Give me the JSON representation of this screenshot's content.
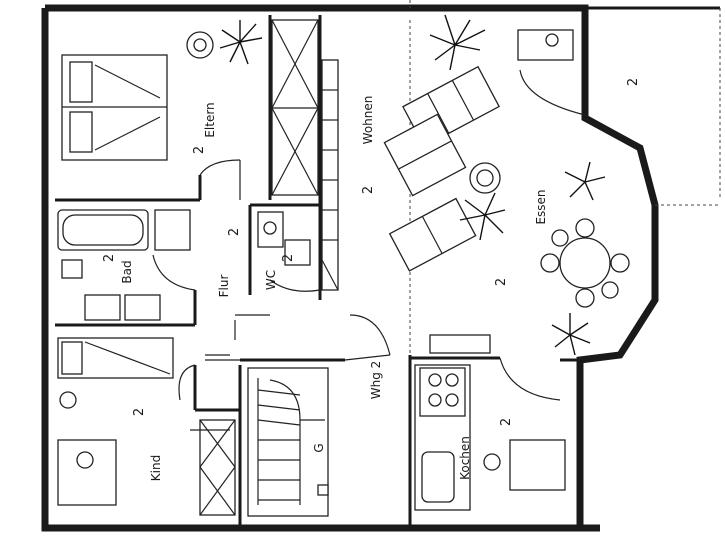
{
  "rooms": {
    "eltern": {
      "label": "Eltern",
      "number": "2"
    },
    "wohnen": {
      "label": "Wohnen",
      "number": "2"
    },
    "essen": {
      "label": "Essen",
      "number": "2"
    },
    "balcony": {
      "number": "2"
    },
    "bad": {
      "label": "Bad",
      "number": "2"
    },
    "flur": {
      "label": "Flur",
      "number": "2"
    },
    "wc": {
      "label": "WC",
      "number": "2"
    },
    "kind": {
      "label": "Kind",
      "number": "2"
    },
    "whg": {
      "label": "Whg 2"
    },
    "stair": {
      "label": "G"
    },
    "kochen": {
      "label": "Kochen",
      "number": "2"
    },
    "main": {
      "number": "2"
    }
  }
}
